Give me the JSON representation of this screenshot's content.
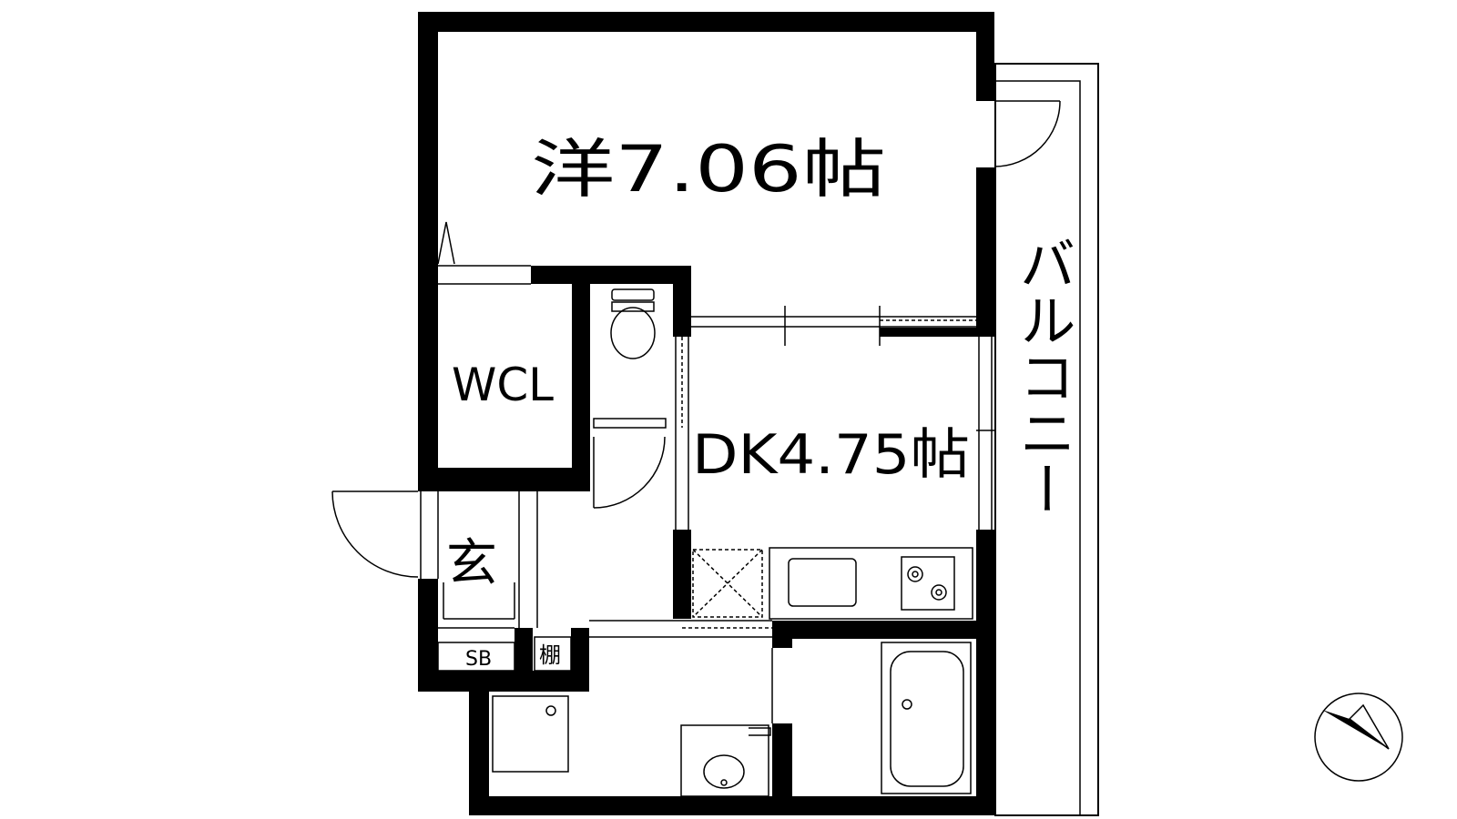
{
  "rooms": {
    "western": "洋7.06帖",
    "dk": "DK4.75帖",
    "wcl": "WCL",
    "entrance": "玄",
    "sb": "SB",
    "shelf": "棚",
    "balcony": "バルコニー"
  },
  "colors": {
    "wall": "#000000",
    "background": "#ffffff"
  }
}
